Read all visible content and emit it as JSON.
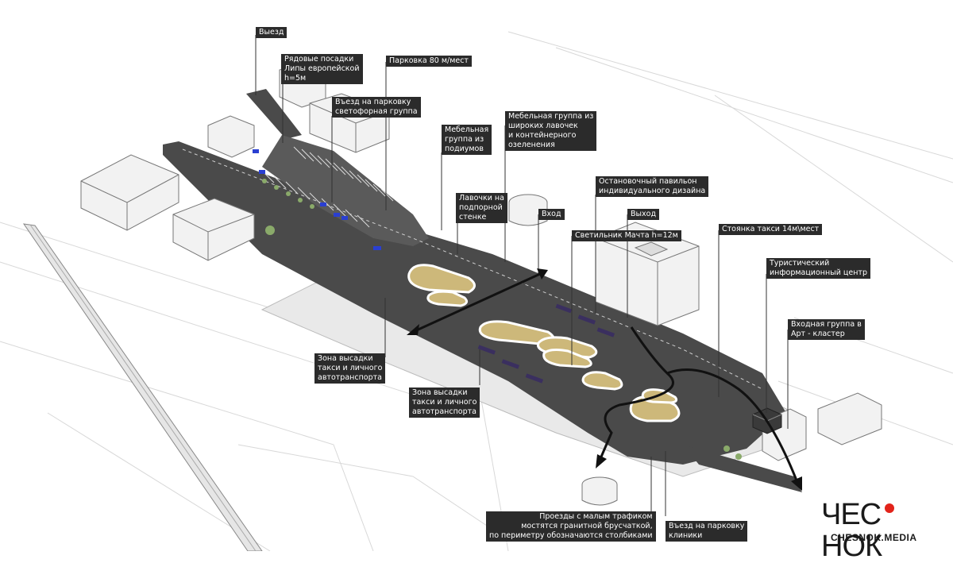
{
  "labels": {
    "exit_top": "Выезд",
    "linden": "Рядовые посадки\nЛипы европейской\nh=5м",
    "parking80": "Парковка 80 м/мест",
    "parking_entry": "Въезд на парковку\nсветофорная группа",
    "furniture_wide": "Мебельная группа из\nшироких лавочек\nи контейнерного\nозеленения",
    "furniture_podium": "Мебельная\nгруппа из\nподиумов",
    "pavilion": "Остановочный павильон\nиндивидуального дизайна",
    "benches_wall": "Лавочки на\nподпорной\nстенке",
    "entrance": "Вход",
    "exit_right": "Выход",
    "lamp": "Светильник Мачта h=12м",
    "taxi_stand": "Стоянка такси  14м\\мест",
    "tourist_info": "Туристический\nинформационный центр",
    "art_cluster": "Входная группа в\nАрт - кластер",
    "dropoff_1": "Зона высадки\nтакси и личного\nавтотранспорта",
    "dropoff_2": "Зона высадки\nтакси и личного\nавтотранспорта",
    "granite": "Проезды с малым трафиком\nмостятся гранитной брусчаткой,\nпо периметру обозначаются столбиками",
    "clinic_parking": "Въезд на парковку\nклиники"
  },
  "logo": {
    "title": "ЧЕС НОК",
    "subtitle": "CHESNOK.MEDIA"
  },
  "colors": {
    "road": "#4a4a4a",
    "lawn": "#cdb87a",
    "building": "#f2f2f2",
    "label_bg": "#2b2b2b",
    "accent_red": "#e2231a",
    "car_blue": "#2a3fd1"
  }
}
